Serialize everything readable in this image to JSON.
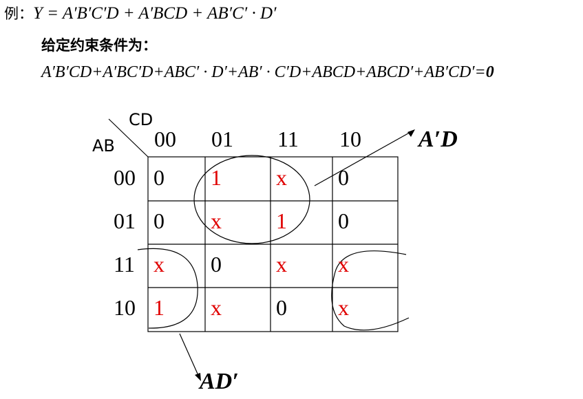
{
  "example": {
    "prefix": "例：",
    "function": "Y =   A′B′C′D + A′BCD + AB′C′ · D′"
  },
  "constraint": {
    "title": "给定约束条件为：",
    "expression": "A′B′CD+A′BC′D+ABC′ · D′+AB′ · C′D+ABCD+ABCD′+AB′CD′=",
    "equals_value": "0"
  },
  "kmap": {
    "col_var": "CD",
    "row_var": "AB",
    "col_headers": [
      "00",
      "01",
      "11",
      "10"
    ],
    "row_headers": [
      "00",
      "01",
      "11",
      "10"
    ],
    "cells": [
      [
        "0",
        "1",
        "x",
        "0"
      ],
      [
        "0",
        "x",
        "1",
        "0"
      ],
      [
        "x",
        "0",
        "x",
        "x"
      ],
      [
        "1",
        "x",
        "0",
        "x"
      ]
    ],
    "colors": {
      "default": "#000000",
      "highlight": "#e00000"
    }
  },
  "groups": {
    "top_label": "A′D",
    "bottom_label": "AD′"
  }
}
